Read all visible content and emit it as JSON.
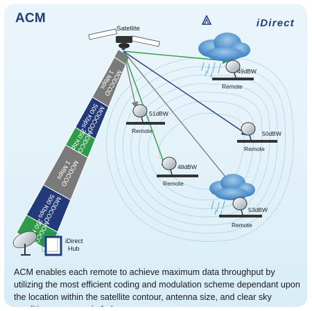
{
  "title": "ACM",
  "logo": "iDirect",
  "satellite_label": "Satellite",
  "beam_segments": [
    {
      "label": "MODCOD 1 Mbps",
      "line1": "MODCOD",
      "line2": "1 Mbps",
      "color": "#7a7a7a"
    },
    {
      "label": "MODCOD 500 Kbps",
      "line1": "MODCOD",
      "line2": "500 Kbps",
      "color": "#233a7a"
    },
    {
      "label": "MODCOD 250 Kbps",
      "line1": "MODCOD",
      "line2": "250 Kbps",
      "color": "#2e9a4a"
    },
    {
      "label": "MODCOD 1 Mbps",
      "line1": "MODCOD",
      "line2": "1 Mbps",
      "color": "#7a7a7a"
    },
    {
      "label": "MODCOD 500 Kbps",
      "line1": "MODCOD",
      "line2": "500 Kbps",
      "color": "#233a7a"
    },
    {
      "label": "MODCOD 250 Kbps",
      "line1": "MODCOD",
      "line2": "250 Kbps",
      "color": "#2e9a4a"
    }
  ],
  "hub": {
    "line1": "iDirect",
    "line2": "Hub"
  },
  "remotes": [
    {
      "dbw": "49dBW",
      "label": "Remote",
      "rain": true
    },
    {
      "dbw": "51dBW",
      "label": "Remote",
      "rain": false
    },
    {
      "dbw": "50dBW",
      "label": "Remote",
      "rain": false
    },
    {
      "dbw": "48dBW",
      "label": "Remote",
      "rain": false
    },
    {
      "dbw": "53dBW",
      "label": "Remote",
      "rain": true
    }
  ],
  "link_colors": {
    "green": "#2e9a4a",
    "navy": "#233a7a",
    "gray": "#808080"
  },
  "caption": "ACM enables each remote to achieve maximum data throughput by utilizing the most efficient coding and modulation scheme dependant upon the location within the satellite contour, antenna size, and clear sky conditions versus rain fade."
}
